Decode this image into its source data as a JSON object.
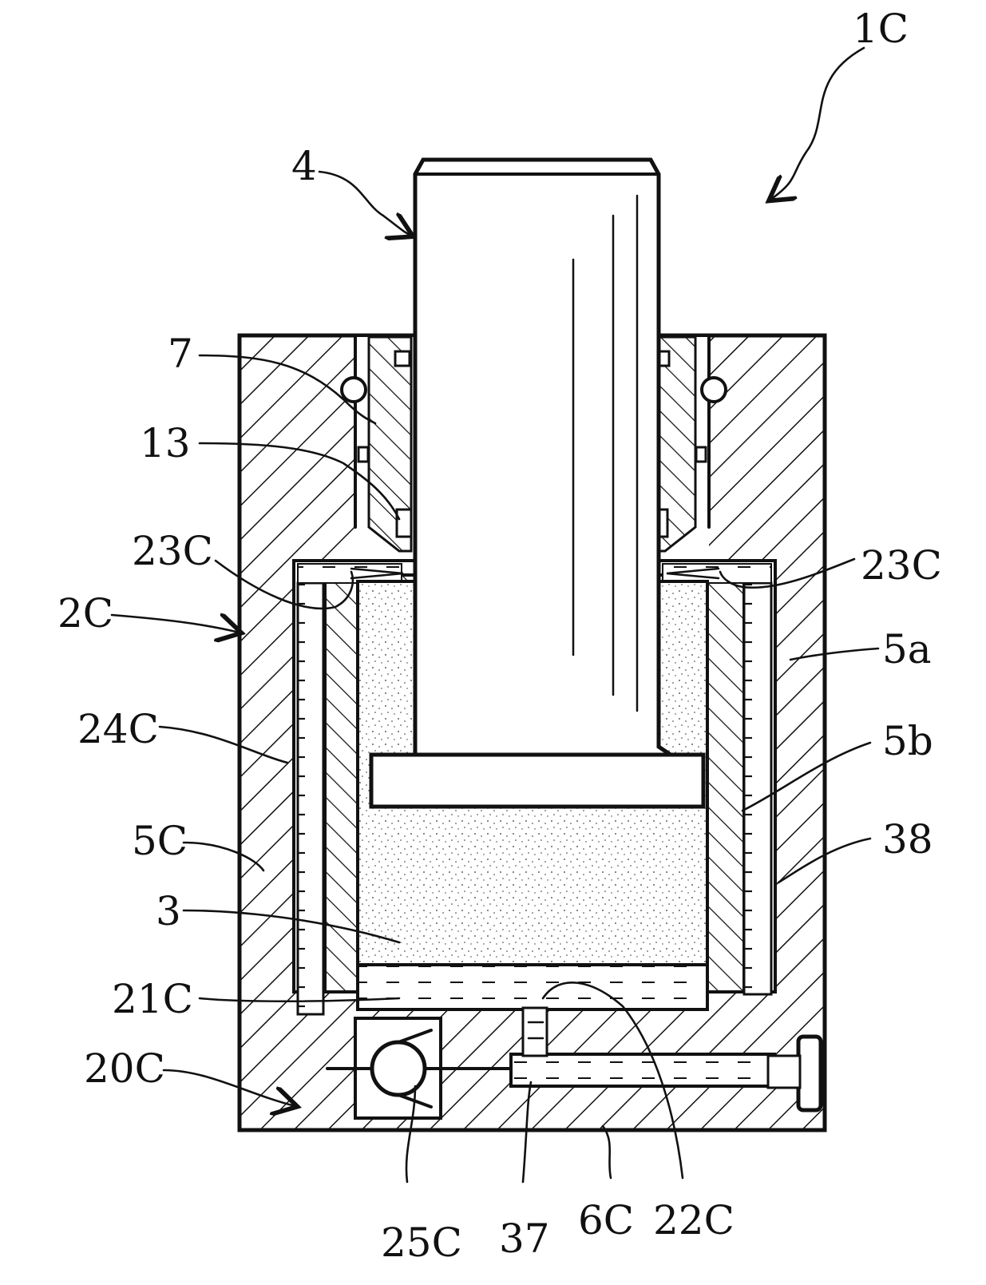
{
  "figure": {
    "labels": {
      "l_1C": "1C",
      "l_4": "4",
      "l_7": "7",
      "l_13": "13",
      "l_23C_left": "23C",
      "l_23C_right": "23C",
      "l_2C": "2C",
      "l_5a": "5a",
      "l_24C": "24C",
      "l_5b": "5b",
      "l_5C": "5C",
      "l_38": "38",
      "l_3": "3",
      "l_21C": "21C",
      "l_20C": "20C",
      "l_25C": "25C",
      "l_37": "37",
      "l_6C": "6C",
      "l_22C": "22C"
    }
  }
}
